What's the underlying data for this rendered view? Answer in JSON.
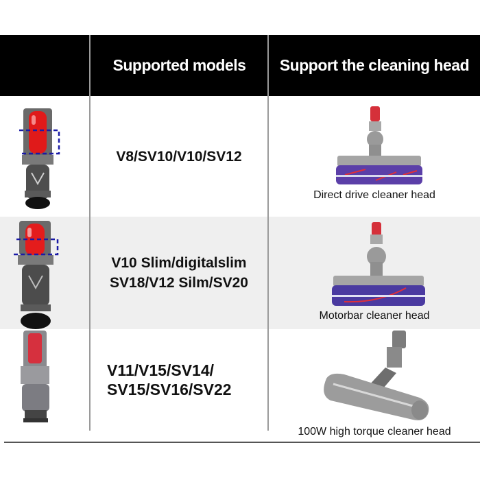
{
  "header": {
    "col0": "",
    "col1": "Supported models",
    "col2": "Support the cleaning head"
  },
  "rows": [
    {
      "adapter_image": "adapter-v8-v10-icon",
      "models": "V8/SV10/V10/SV12",
      "head_image": "direct-drive-head-icon",
      "head_caption": "Direct drive cleaner head"
    },
    {
      "adapter_image": "adapter-v10-slim-icon",
      "models": "V10 Slim/digitalslim\nSV18/V12 Silm/SV20",
      "head_image": "motorbar-head-icon",
      "head_caption": "Motorbar cleaner head"
    },
    {
      "adapter_image": "adapter-v11-v15-icon",
      "models": "V11/V15/SV14/\nSV15/SV16/SV22",
      "head_image": "high-torque-head-icon",
      "head_caption": "100W high torque cleaner head"
    }
  ],
  "colors": {
    "header_bg": "#000000",
    "header_text": "#ffffff",
    "row_alt_bg": "#efefef",
    "accent_red": "#e0141b",
    "highlight_box": "#1a1aa6",
    "brush_purple": "#5a3aa8"
  }
}
